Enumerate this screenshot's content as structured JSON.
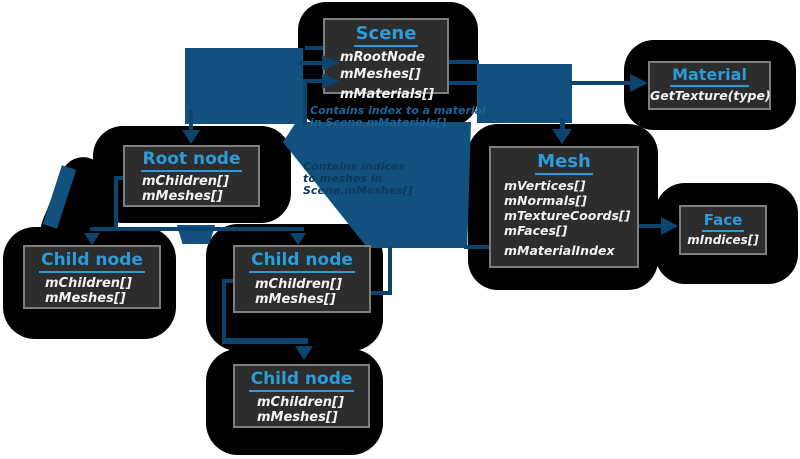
{
  "colors": {
    "title_blue": "#2B9CD8",
    "arrow_blob_blue": "#12507E",
    "line_blue": "#0C4470",
    "box_fill": "#2d2d2d",
    "box_border": "#7e7e7e",
    "note_on_black": "#1F6396",
    "note_on_blue": "#0A3A60",
    "silhouette": "#000000"
  },
  "boxes": {
    "scene": {
      "title": "Scene",
      "fields": [
        "mRootNode",
        "mMeshes[]",
        "mMaterials[]"
      ]
    },
    "material": {
      "title": "Material",
      "fields": [
        "GetTexture(type)"
      ]
    },
    "mesh": {
      "title": "Mesh",
      "fields": [
        "mVertices[]",
        "mNormals[]",
        "mTextureCoords[]",
        "mFaces[]",
        "mMaterialIndex"
      ]
    },
    "face": {
      "title": "Face",
      "fields": [
        "mIndices[]"
      ]
    },
    "root_node": {
      "title": "Root node",
      "fields": [
        "mChildren[]",
        "mMeshes[]"
      ]
    },
    "child_node_left": {
      "title": "Child node",
      "fields": [
        "mChildren[]",
        "mMeshes[]"
      ]
    },
    "child_node_middle": {
      "title": "Child node",
      "fields": [
        "mChildren[]",
        "mMeshes[]"
      ]
    },
    "child_node_bottom": {
      "title": "Child node",
      "fields": [
        "mChildren[]",
        "mMeshes[]"
      ]
    }
  },
  "annotations": {
    "material_note": {
      "lines": [
        "Contains index to a material",
        "in Scene.mMaterials[]"
      ]
    },
    "meshes_note": {
      "lines": [
        "Contains indices",
        "to meshes in",
        "Scene.mMeshes[]"
      ]
    }
  }
}
